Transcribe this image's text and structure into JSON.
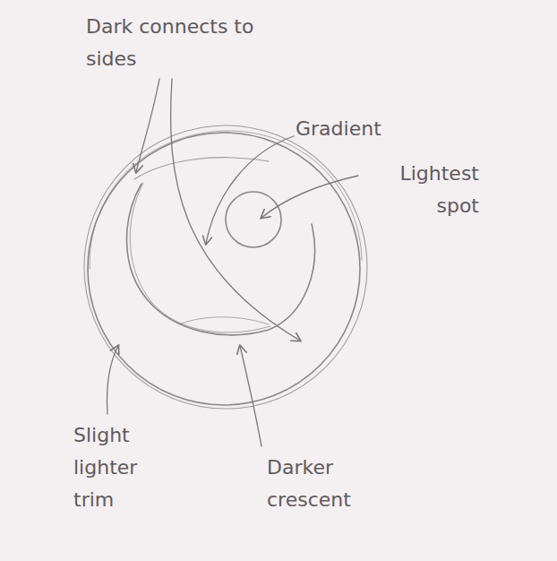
{
  "diagram": {
    "labels": [
      "Dark connects to sides",
      "Gradient",
      "Lightest spot",
      "Slight lighter trim",
      "Darker crescent"
    ]
  }
}
